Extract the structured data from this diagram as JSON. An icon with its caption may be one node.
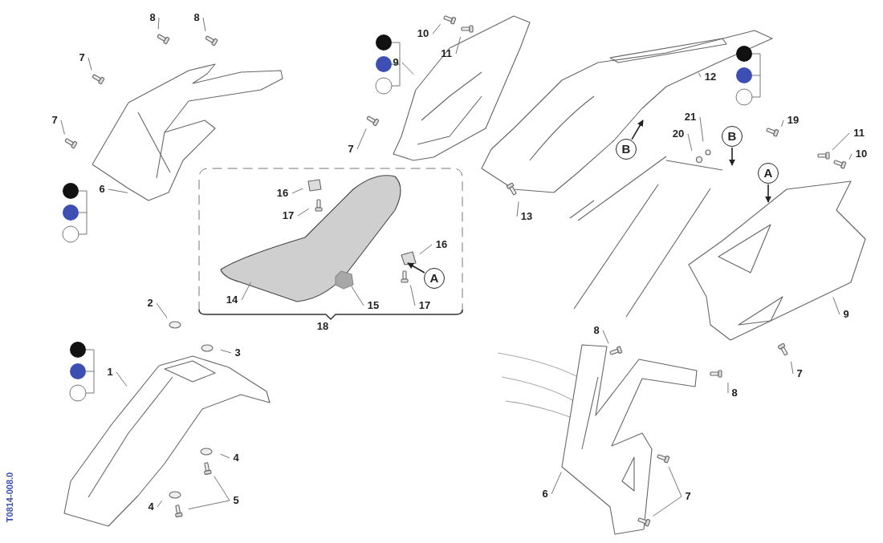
{
  "diagram": {
    "nodes": [
      {
        "text": [
          "8"
        ]
      },
      {
        "text": [
          "8"
        ]
      },
      {
        "text": [
          "10"
        ]
      },
      {
        "text": [
          "11"
        ]
      },
      {
        "text": [
          "7"
        ]
      },
      {
        "text": [
          "9"
        ]
      },
      {
        "text": [
          "12"
        ]
      },
      {
        "text": [
          "21"
        ]
      },
      {
        "text": [
          "7"
        ]
      },
      {
        "text": [
          "19"
        ]
      },
      {
        "text": [
          "20"
        ]
      },
      {
        "text": [
          "11"
        ]
      },
      {
        "text": [
          "B"
        ]
      },
      {
        "text": [
          "7"
        ]
      },
      {
        "text": [
          "B"
        ]
      },
      {
        "text": [
          "10"
        ]
      },
      {
        "text": [
          "A"
        ]
      },
      {
        "text": [
          "6"
        ]
      },
      {
        "text": [
          "18"
        ]
      },
      {
        "text": [
          "16"
        ],
        "in": 18
      },
      {
        "text": [
          "17"
        ],
        "in": 18
      },
      {
        "text": [
          "16"
        ],
        "in": 18
      },
      {
        "text": [
          "A"
        ],
        "in": 18
      },
      {
        "text": [
          "14"
        ],
        "in": 18
      },
      {
        "text": [
          "15"
        ],
        "in": 18
      },
      {
        "text": [
          "17"
        ],
        "in": 18
      },
      {
        "text": [
          "13"
        ]
      },
      {
        "text": [
          "2"
        ]
      },
      {
        "text": [
          "9"
        ]
      },
      {
        "text": [
          "8"
        ]
      },
      {
        "text": [
          "3"
        ]
      },
      {
        "text": [
          "1"
        ]
      },
      {
        "text": [
          "7"
        ]
      },
      {
        "text": [
          "8"
        ]
      },
      {
        "text": [
          "4"
        ]
      },
      {
        "text": [
          "6"
        ]
      },
      {
        "text": [
          "7"
        ]
      },
      {
        "text": [
          "5"
        ]
      },
      {
        "text": [
          "4"
        ]
      }
    ],
    "edges": [
      {
        "from": 0,
        "to": null,
        "arrow": "none"
      },
      {
        "from": 1,
        "to": null,
        "arrow": "none"
      },
      {
        "from": 2,
        "to": null,
        "arrow": "none"
      },
      {
        "from": 3,
        "to": null,
        "arrow": "none"
      },
      {
        "from": 4,
        "to": null,
        "arrow": "none"
      },
      {
        "from": 5,
        "to": null,
        "arrow": "none"
      },
      {
        "from": 6,
        "to": null,
        "arrow": "none"
      },
      {
        "from": 7,
        "to": null,
        "arrow": "none"
      },
      {
        "from": 8,
        "to": null,
        "arrow": "none"
      },
      {
        "from": 9,
        "to": null,
        "arrow": "none"
      },
      {
        "from": 10,
        "to": null,
        "arrow": "none"
      },
      {
        "from": 11,
        "to": null,
        "arrow": "none"
      },
      {
        "from": 12,
        "to": null,
        "arrow": "to"
      },
      {
        "from": 13,
        "to": null,
        "arrow": "none"
      },
      {
        "from": 14,
        "to": null,
        "arrow": "to"
      },
      {
        "from": 15,
        "to": null,
        "arrow": "none"
      },
      {
        "from": 16,
        "to": null,
        "arrow": "to"
      },
      {
        "from": 17,
        "to": null,
        "arrow": "none"
      },
      {
        "from": 19,
        "to": null,
        "arrow": "none"
      },
      {
        "from": 20,
        "to": null,
        "arrow": "none"
      },
      {
        "from": 21,
        "to": null,
        "arrow": "none"
      },
      {
        "from": 22,
        "to": null,
        "arrow": "to"
      },
      {
        "from": 23,
        "to": null,
        "arrow": "none"
      },
      {
        "from": 24,
        "to": null,
        "arrow": "none"
      },
      {
        "from": 25,
        "to": null,
        "arrow": "none"
      },
      {
        "from": 26,
        "to": null,
        "arrow": "none"
      },
      {
        "from": 27,
        "to": null,
        "arrow": "none"
      },
      {
        "from": 28,
        "to": null,
        "arrow": "none"
      },
      {
        "from": 29,
        "to": null,
        "arrow": "none"
      },
      {
        "from": 30,
        "to": null,
        "arrow": "none"
      },
      {
        "from": 31,
        "to": null,
        "arrow": "none"
      },
      {
        "from": 32,
        "to": null,
        "arrow": "none"
      },
      {
        "from": 33,
        "to": null,
        "arrow": "none"
      },
      {
        "from": 34,
        "to": null,
        "arrow": "none"
      },
      {
        "from": 35,
        "to": null,
        "arrow": "none"
      },
      {
        "from": 36,
        "to": null,
        "arrow": "none"
      },
      {
        "from": 36,
        "to": null,
        "arrow": "none"
      },
      {
        "from": 37,
        "to": null,
        "arrow": "none"
      },
      {
        "from": 37,
        "to": null,
        "arrow": "none"
      },
      {
        "from": 38,
        "to": null,
        "arrow": "none"
      }
    ],
    "labels": [
      "T0814-008.0"
    ]
  }
}
